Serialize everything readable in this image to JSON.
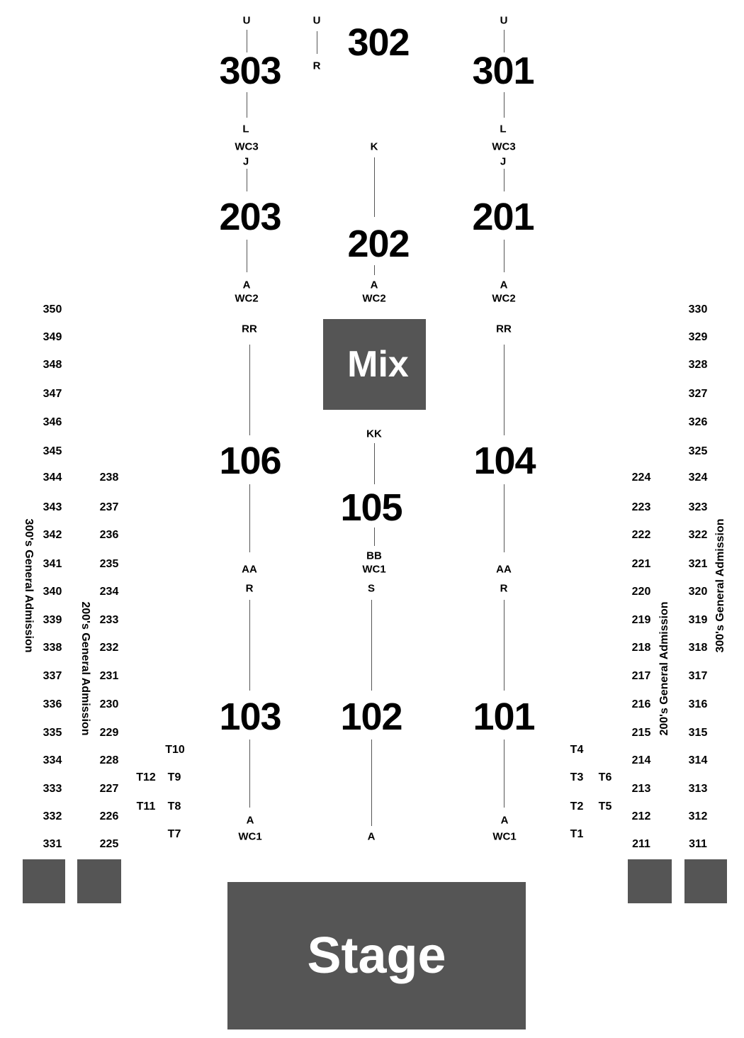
{
  "colors": {
    "block": "#555555",
    "block_text": "#ffffff",
    "background": "#ffffff",
    "text": "#000000"
  },
  "stage": {
    "label": "Stage"
  },
  "mix": {
    "label": "Mix"
  },
  "sections": {
    "s303": "303",
    "s302": "302",
    "s301": "301",
    "s203": "203",
    "s202": "202",
    "s201": "201",
    "s106": "106",
    "s105": "105",
    "s104": "104",
    "s103": "103",
    "s102": "102",
    "s101": "101"
  },
  "row_labels": {
    "r303_top": "U",
    "r303_bottom": "L",
    "r302_top": "U",
    "r302_bottom": "R",
    "r301_top": "U",
    "r301_bottom": "L",
    "wc3_left": "WC3",
    "wc3_right": "WC3",
    "r203_top": "J",
    "r203_bottom": "A",
    "wc2_left": "WC2",
    "r202_top": "K",
    "r202_bottom": "A",
    "wc2_center": "WC2",
    "r201_top": "J",
    "r201_bottom": "A",
    "wc2_right": "WC2",
    "r106_top": "RR",
    "r106_bottom": "AA",
    "r105_top": "KK",
    "r105_bottom": "BB",
    "wc1_center": "WC1",
    "r104_top": "RR",
    "r104_bottom": "AA",
    "r103_top": "R",
    "r103_bottom": "A",
    "wc1_left": "WC1",
    "r102_top": "S",
    "r102_bottom": "A",
    "r101_top": "R",
    "r101_bottom": "A",
    "wc1_right": "WC1"
  },
  "ga_300_left": [
    "350",
    "349",
    "348",
    "347",
    "346",
    "345",
    "344",
    "343",
    "342",
    "341",
    "340",
    "339",
    "338",
    "337",
    "336",
    "335",
    "334",
    "333",
    "332",
    "331"
  ],
  "ga_200_left": [
    "238",
    "237",
    "236",
    "235",
    "234",
    "233",
    "232",
    "231",
    "230",
    "229",
    "228",
    "227",
    "226",
    "225"
  ],
  "ga_200_right": [
    "224",
    "223",
    "222",
    "221",
    "220",
    "219",
    "218",
    "217",
    "216",
    "215",
    "214",
    "213",
    "212",
    "211"
  ],
  "ga_300_right": [
    "330",
    "329",
    "328",
    "327",
    "326",
    "325",
    "324",
    "323",
    "322",
    "321",
    "320",
    "319",
    "318",
    "317",
    "316",
    "315",
    "314",
    "313",
    "312",
    "311"
  ],
  "ga_labels": {
    "left_300": "300's General Admission",
    "left_200": "200's General Admission",
    "right_200": "200's General Admission",
    "right_300": "300's General Admission"
  },
  "tables": {
    "t10": "T10",
    "t12": "T12",
    "t9": "T9",
    "t11": "T11",
    "t8": "T8",
    "t7": "T7",
    "t4": "T4",
    "t3": "T3",
    "t6": "T6",
    "t2": "T2",
    "t5": "T5",
    "t1": "T1"
  }
}
